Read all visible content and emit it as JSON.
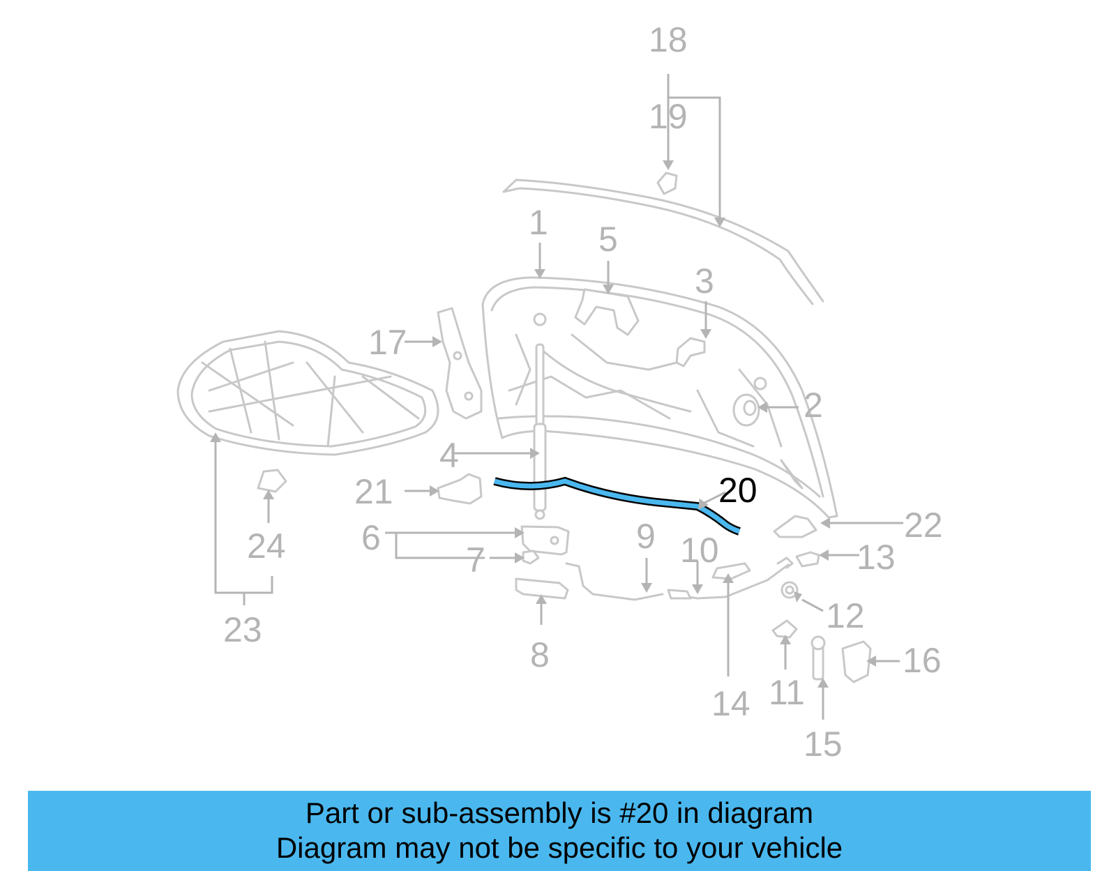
{
  "diagram": {
    "callouts": [
      "1",
      "2",
      "3",
      "4",
      "5",
      "6",
      "7",
      "8",
      "9",
      "10",
      "11",
      "12",
      "13",
      "14",
      "15",
      "16",
      "17",
      "18",
      "19",
      "20",
      "21",
      "22",
      "23",
      "24"
    ],
    "highlighted_part": "20",
    "highlight_color": "#4ab8ef",
    "part_color": "#c8c8c8"
  },
  "caption": {
    "line1": "Part or sub-assembly is #20 in diagram",
    "line2": "Diagram may not be specific to your vehicle",
    "background": "#4ab8ef"
  }
}
